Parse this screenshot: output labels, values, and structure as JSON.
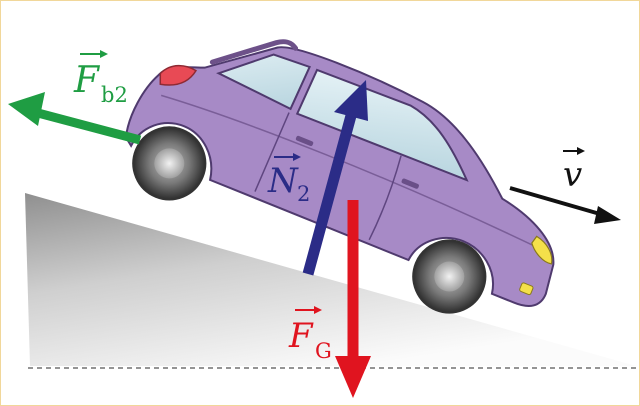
{
  "labels": {
    "braking_force": {
      "symbol": "F",
      "subscript": "b2",
      "color": "#1f9d43"
    },
    "normal_force": {
      "symbol": "N",
      "subscript": "2",
      "color": "#2b2c87"
    },
    "gravity_force": {
      "symbol": "F",
      "subscript": "G",
      "color": "#e0141f"
    },
    "velocity": {
      "symbol": "v",
      "color": "#111111"
    }
  },
  "colors": {
    "car_body": "#a88ac4",
    "car_outline": "#5a3f78",
    "window": "#c7dfe8",
    "ramp_dark": "#8a8a8a",
    "ramp_light": "#f2f2f2"
  },
  "icons": {
    "vector_arrow": "right-arrow-over-letter"
  }
}
